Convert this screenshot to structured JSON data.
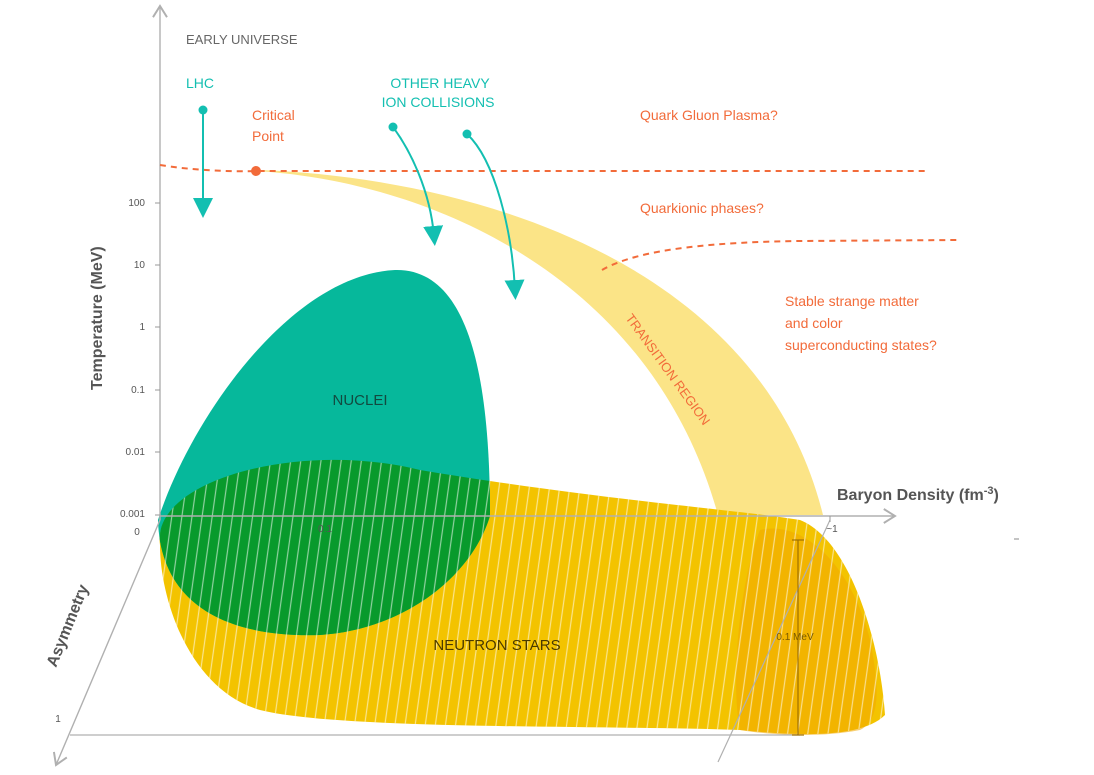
{
  "labels": {
    "early_universe": "EARLY UNIVERSE",
    "lhc": "LHC",
    "heavy_ion_line1": "OTHER HEAVY",
    "heavy_ion_line2": "ION COLLISIONS",
    "critical_line1": "Critical",
    "critical_line2": "Point",
    "qgp": "Quark Gluon Plasma?",
    "quarkionic": "Quarkionic phases?",
    "stable_line1": "Stable strange matter",
    "stable_line2": "and color",
    "stable_line3": "superconducting states?",
    "transition": "TRANSITION REGION",
    "nuclei": "NUCLEI",
    "neutron_stars": "NEUTRON STARS",
    "height_marker": "0.1 MeV"
  },
  "axes": {
    "y_title": "Temperature (MeV)",
    "x_title": "Baryon Density (fm",
    "x_title_exp": "-3",
    "x_title_close": ")",
    "z_title": "Asymmetry",
    "y_ticks": [
      "100",
      "10",
      "1",
      "0.1",
      "0.01",
      "0.001"
    ],
    "x_ticks": [
      "0.1",
      "~1"
    ],
    "z_ticks": [
      "0",
      "1"
    ]
  },
  "colors": {
    "nuclei": "#06b89b",
    "nuclei_overlap": "#089a2c",
    "neutron_stars": "#f3c300",
    "transition": "#fbe487",
    "annotation": "#f26b3a",
    "collision_arrows": "#13bfb1"
  }
}
